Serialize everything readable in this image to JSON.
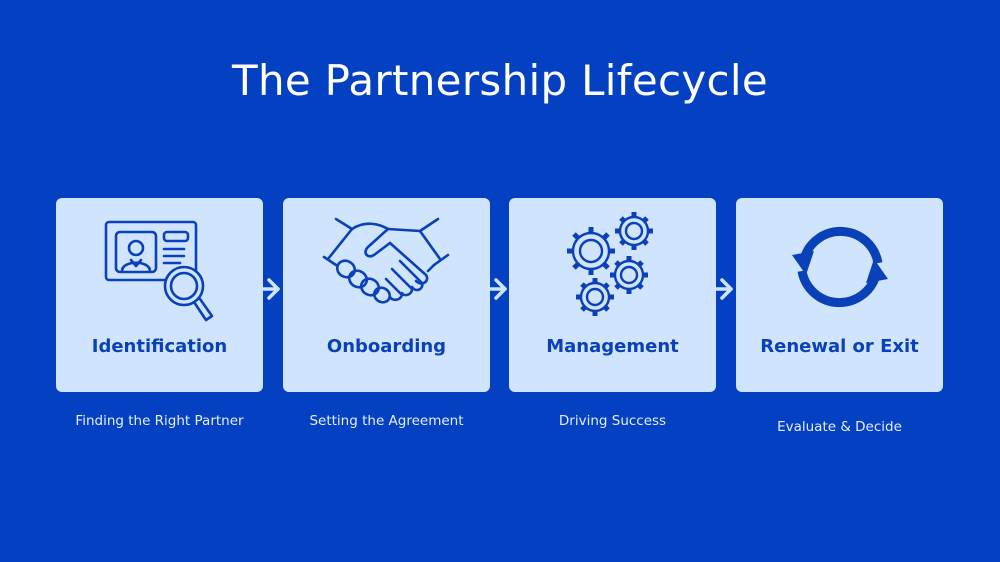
{
  "title": "The Partnership Lifecycle",
  "colors": {
    "background": "#0340C2",
    "card": "#D0E5FD",
    "accent": "#0A40B8",
    "text_light": "#FFFFFF"
  },
  "stages": [
    {
      "label": "Identification",
      "caption": "Finding the Right Partner",
      "icon": "id-card-magnifier-icon"
    },
    {
      "label": "Onboarding",
      "caption": "Setting the Agreement",
      "icon": "handshake-icon"
    },
    {
      "label": "Management",
      "caption": "Driving Success",
      "icon": "gears-icon"
    },
    {
      "label": "Renewal or Exit",
      "caption": "Evaluate & Decide",
      "icon": "cycle-arrows-icon"
    }
  ],
  "connectors": [
    "arrow-right-icon",
    "arrow-right-icon",
    "arrow-right-icon"
  ]
}
